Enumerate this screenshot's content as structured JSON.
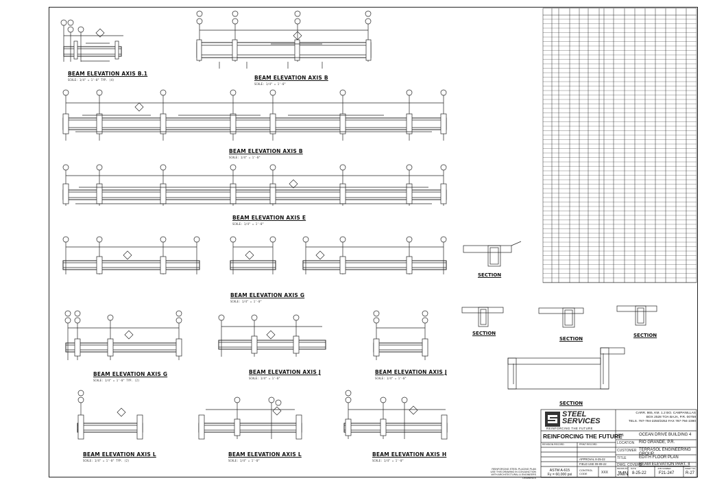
{
  "elevations": [
    {
      "id": "b1",
      "title": "BEAM ELEVATION AXIS B.1",
      "scale": "SCALE: 1/4\" = 1'-0\"  TYP. (4)"
    },
    {
      "id": "b_top",
      "title": "BEAM ELEVATION AXIS B",
      "scale": "SCALE: 1/4\" = 1'-0\""
    },
    {
      "id": "b_full",
      "title": "BEAM ELEVATION AXIS B",
      "scale": "SCALE: 1/4\" = 1'-0\""
    },
    {
      "id": "e",
      "title": "BEAM ELEVATION AXIS E",
      "scale": "SCALE: 1/4\" = 1'-0\""
    },
    {
      "id": "g1",
      "title": "BEAM ELEVATION AXIS G",
      "scale": "SCALE: 1/4\" = 1'-0\""
    },
    {
      "id": "g2",
      "title": "BEAM ELEVATION AXIS G",
      "scale": "SCALE: 1/4\" = 1'-0\"  TYP. (2)"
    },
    {
      "id": "j1",
      "title": "BEAM ELEVATION AXIS J",
      "scale": "SCALE: 1/4\" = 1'-0\""
    },
    {
      "id": "j2",
      "title": "BEAM ELEVATION AXIS J",
      "scale": "SCALE: 1/4\" = 1'-0\""
    },
    {
      "id": "l1",
      "title": "BEAM ELEVATION AXIS L",
      "scale": "SCALE: 1/4\" = 1'-0\"  TYP. (2)"
    },
    {
      "id": "l2",
      "title": "BEAM ELEVATION AXIS L",
      "scale": "SCALE: 1/4\" = 1'-0\""
    },
    {
      "id": "h",
      "title": "BEAM ELEVATION AXIS H",
      "scale": "SCALE: 1/4\" = 1'-0\""
    }
  ],
  "sections": [
    "SECTION",
    "SECTION",
    "SECTION",
    "SECTION",
    "SECTION"
  ],
  "title_block": {
    "company_line1": "STEEL",
    "company_line2": "SERVICES",
    "tagline_small": "REINFORCING THE FUTURE",
    "tagline": "REINFORCING THE FUTURE",
    "address1": "CARR. 865, KM. 1.2 BO. CAMPANILLAS",
    "address2": "BOX 2528 TOA BAJA, P.R. 00759",
    "phone": "TELS. 787-794-2250/2252  FAX 787-794-2390",
    "job_key": "JOB",
    "job": "OCEAN DRIVE BUILDING 4",
    "location_key": "LOCATION",
    "location": "RIO GRANDE, P.R.",
    "customer_key": "CUSTOMER",
    "customer": "TERRASOL ENGINEERING GROUP",
    "title_key": "TITLE",
    "title": "EDITH FLOOR PLAN",
    "dwg_key": "DWG. COVERS",
    "dwg": "BEAM ELEVATION PART. II",
    "astm": "ASTM A-615",
    "fy": "Fy = 60,000 psi",
    "control_key": "CONTROL CODE",
    "control": "XXX",
    "drawn_key": "DRAWN BY",
    "drawn": "JMN",
    "date_key": "DATE",
    "date": "8-25-22",
    "job_no_key": "JOB NUMBER",
    "job_no": "F21-247",
    "sheet_key": "SHEET NO.",
    "sheet": "R-27",
    "note1": "REINFORCING STEEL PLACING PLAN",
    "note2": "USE THIS DRAWING IN CONJUNCTION",
    "note3": "WITH ARCHITECTURAL & ENGINEERS DRAWINGS",
    "rev1": "APPROVAL 8-25-22",
    "rev2": "FIELD USE 09-09-22",
    "rev_key": "REVISION RECORD",
    "print_key": "PRINT RECORD"
  }
}
